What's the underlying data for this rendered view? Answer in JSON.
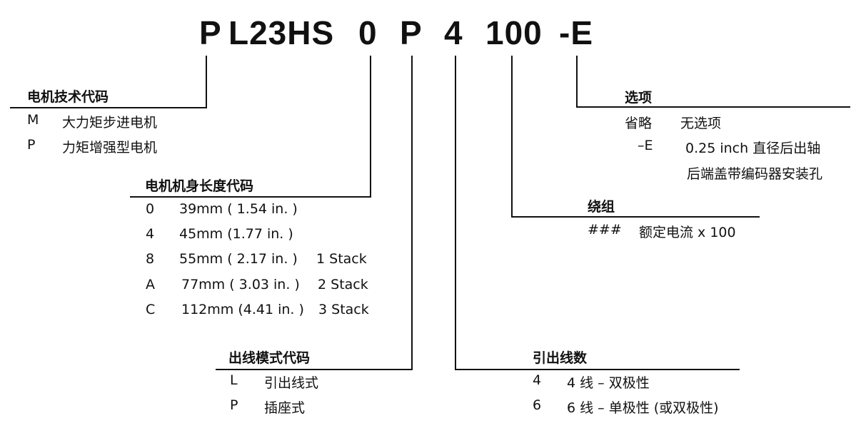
{
  "code": {
    "p1": "P",
    "p2": "L23HS",
    "p3": "0",
    "p4": "P",
    "p5": "4",
    "p6": "100",
    "p7": "-E"
  },
  "motor_type": {
    "title": "电机技术代码",
    "rows": [
      {
        "code": "M",
        "desc": "大力矩步进电机"
      },
      {
        "code": "P",
        "desc": "力矩增强型电机"
      }
    ]
  },
  "length": {
    "title": "电机机身长度代码",
    "rows": [
      {
        "code": "0",
        "size": "39mm ( 1.54 in. )",
        "stack": ""
      },
      {
        "code": "4",
        "size": "45mm (1.77 in. )",
        "stack": ""
      },
      {
        "code": "8",
        "size": "55mm ( 2.17 in. )",
        "stack": "1 Stack"
      },
      {
        "code": "A",
        "size": "77mm ( 3.03 in. )",
        "stack": "2 Stack"
      },
      {
        "code": "C",
        "size": "112mm (4.41 in. )",
        "stack": "3 Stack"
      }
    ]
  },
  "lead": {
    "title": "出线模式代码",
    "rows": [
      {
        "code": "L",
        "desc": "引出线式"
      },
      {
        "code": "P",
        "desc": "插座式"
      }
    ]
  },
  "wires": {
    "title": "引出线数",
    "rows": [
      {
        "code": "4",
        "desc": "4 线 – 双极性"
      },
      {
        "code": "6",
        "desc": "6 线 – 单极性 (或双极性)"
      }
    ]
  },
  "winding": {
    "title": "绕组",
    "rows": [
      {
        "code": "###",
        "desc": "额定电流 x 100"
      }
    ]
  },
  "options": {
    "title": "选项",
    "rows": [
      {
        "code": "省略",
        "desc": "无选项"
      },
      {
        "code": "–E",
        "desc": "0.25 inch 直径后出轴"
      },
      {
        "code": "",
        "desc": "后端盖带编码器安装孔"
      }
    ]
  }
}
